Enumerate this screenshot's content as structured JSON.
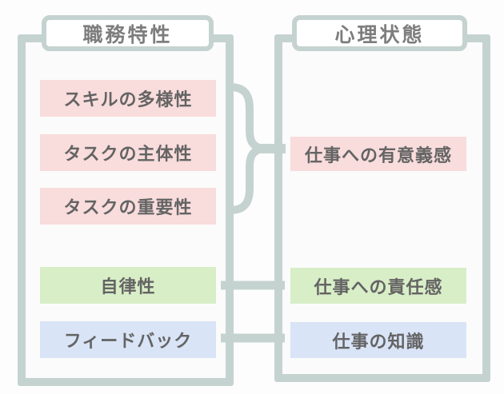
{
  "diagram": {
    "type": "flow-diagram",
    "language": "ja",
    "left_panel": {
      "title": "職務特性",
      "items": [
        {
          "label": "スキルの多様性",
          "color": "#f9dcdc"
        },
        {
          "label": "タスクの主体性",
          "color": "#f9dcdc"
        },
        {
          "label": "タスクの重要性",
          "color": "#f9dcdc"
        },
        {
          "label": "自律性",
          "color": "#d8eec7"
        },
        {
          "label": "フィードバック",
          "color": "#d9e4f7"
        }
      ]
    },
    "right_panel": {
      "title": "心理状態",
      "items": [
        {
          "label": "仕事への有意義感",
          "color": "#f9dcdc"
        },
        {
          "label": "仕事への責任感",
          "color": "#d8eec7"
        },
        {
          "label": "仕事の知識",
          "color": "#d9e4f7"
        }
      ]
    },
    "connections": [
      {
        "type": "brace",
        "from": [
          "スキルの多様性",
          "タスクの主体性",
          "タスクの重要性"
        ],
        "to": "仕事への有意義感"
      },
      {
        "type": "line",
        "from": "自律性",
        "to": "仕事への責任感"
      },
      {
        "type": "line",
        "from": "フィードバック",
        "to": "仕事の知識"
      }
    ],
    "colors": {
      "frame_and_connectors": "#c5d3d0",
      "panel_background": "#fbfbfb",
      "page_background": "#fdfdfd",
      "item_text": "#646464",
      "title_text": "#7d7d7d",
      "pink_item": "#f9dcdc",
      "green_item": "#d8eec7",
      "blue_item": "#d9e4f7"
    }
  }
}
